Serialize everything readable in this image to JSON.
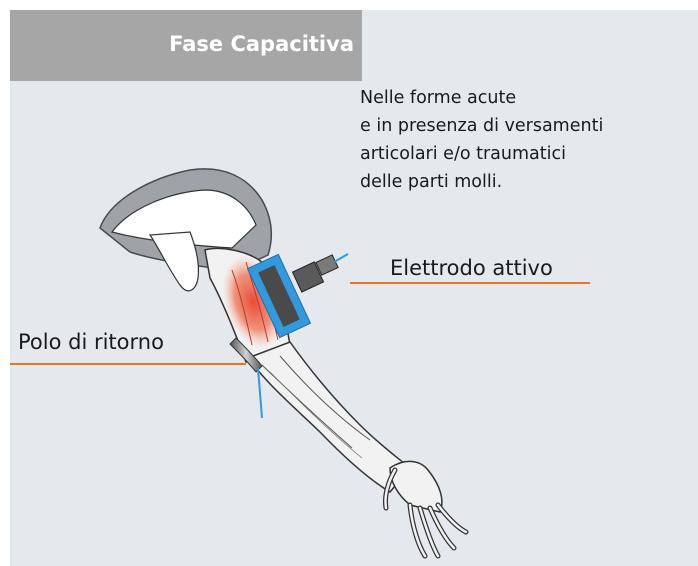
{
  "title": "Fase Capacitiva",
  "description_lines": [
    "Nelle forme acute",
    "e in presenza di versamenti",
    "articolari e/o traumatici",
    "delle parti molli."
  ],
  "labels": {
    "active_electrode": "Elettrodo attivo",
    "return_pole": "Polo di ritorno"
  },
  "colors": {
    "panel_background": "#e5e9ee",
    "title_background": "#a6a6a6",
    "leader_line": "#e87722",
    "electrode_blue": "#3399dd",
    "muscle_red": "#e8432e"
  },
  "icons": {
    "arm_illustration": "arm-anatomy-illustration",
    "active_electrode": "capacitive-electrode-icon",
    "return_pole": "return-pole-plate-icon"
  }
}
